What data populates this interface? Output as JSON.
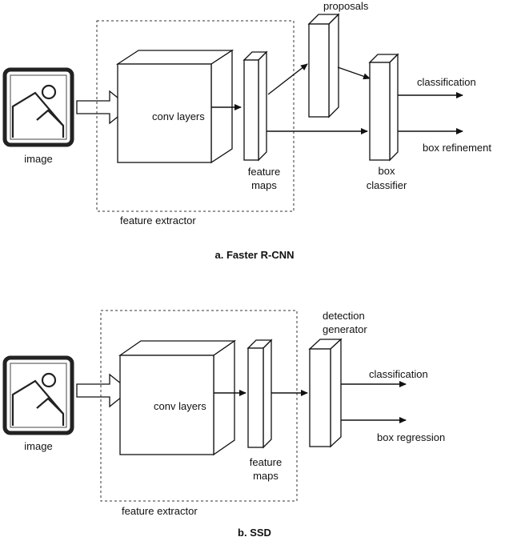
{
  "faster_rcnn": {
    "image_label": "image",
    "conv_label": "conv layers",
    "feature_line1": "feature",
    "feature_line2": "maps",
    "extractor_label": "feature extractor",
    "proposals_label": "proposals",
    "classifier_line1": "box",
    "classifier_line2": "classifier",
    "output_1": "classification",
    "output_2": "box refinement",
    "caption": "a. Faster R-CNN"
  },
  "ssd": {
    "image_label": "image",
    "conv_label": "conv layers",
    "feature_line1": "feature",
    "feature_line2": "maps",
    "extractor_label": "feature extractor",
    "detector_line1": "detection",
    "detector_line2": "generator",
    "output_1": "classification",
    "output_2": "box regression",
    "caption": "b. SSD"
  }
}
